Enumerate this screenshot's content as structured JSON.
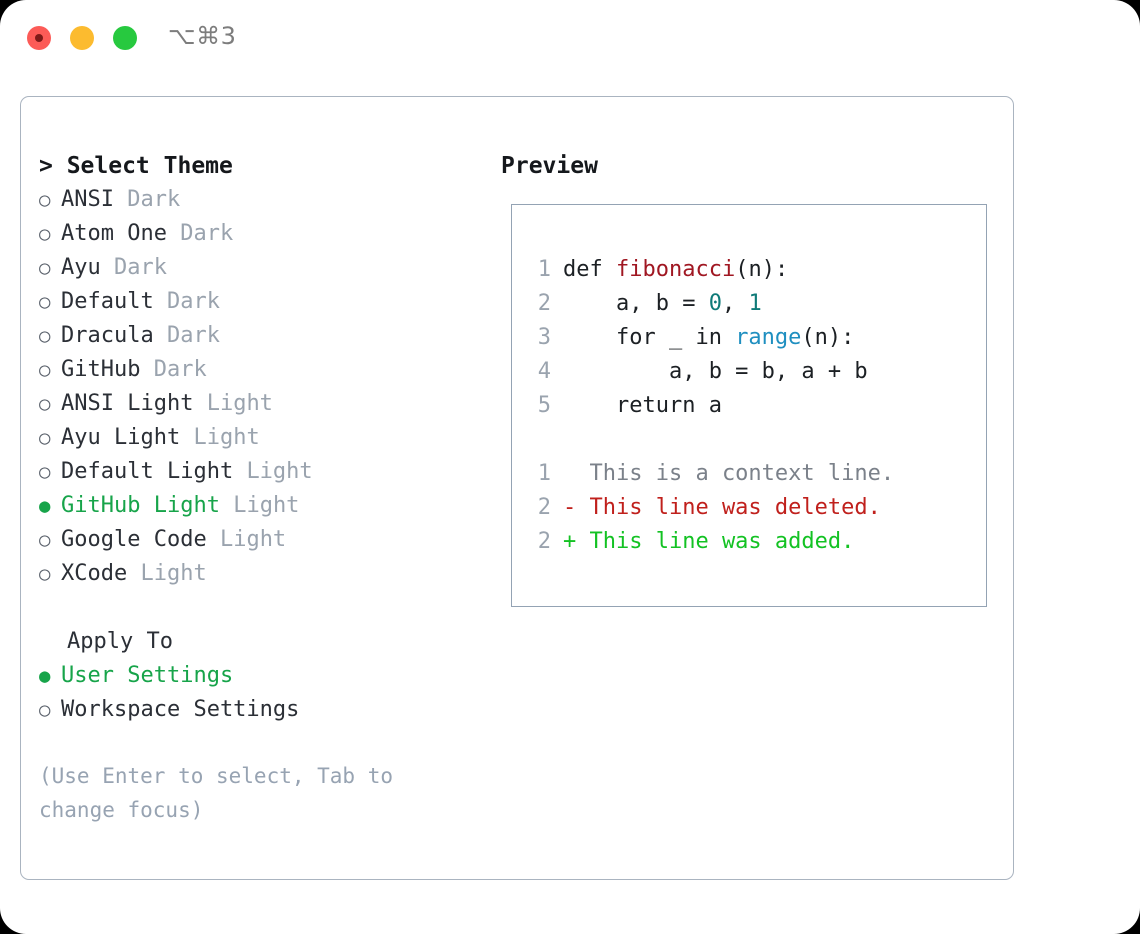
{
  "titlebar": {
    "shortcut": "⌥⌘3",
    "buttons": [
      {
        "name": "close",
        "color": "#fc5b57"
      },
      {
        "name": "minimize",
        "color": "#fcbb2f"
      },
      {
        "name": "maximize",
        "color": "#27c93f"
      }
    ]
  },
  "theme_picker": {
    "heading": "> Select Theme",
    "items": [
      {
        "bullet": "○",
        "label": "ANSI",
        "badge": "Dark",
        "selected": false
      },
      {
        "bullet": "○",
        "label": "Atom One",
        "badge": "Dark",
        "selected": false
      },
      {
        "bullet": "○",
        "label": "Ayu",
        "badge": "Dark",
        "selected": false
      },
      {
        "bullet": "○",
        "label": "Default",
        "badge": "Dark",
        "selected": false
      },
      {
        "bullet": "○",
        "label": "Dracula",
        "badge": "Dark",
        "selected": false
      },
      {
        "bullet": "○",
        "label": "GitHub",
        "badge": "Dark",
        "selected": false
      },
      {
        "bullet": "○",
        "label": "ANSI Light",
        "badge": "Light",
        "selected": false
      },
      {
        "bullet": "○",
        "label": "Ayu Light",
        "badge": "Light",
        "selected": false
      },
      {
        "bullet": "○",
        "label": "Default Light",
        "badge": "Light",
        "selected": false
      },
      {
        "bullet": "●",
        "label": "GitHub Light",
        "badge": "Light",
        "selected": true
      },
      {
        "bullet": "○",
        "label": "Google Code",
        "badge": "Light",
        "selected": false
      },
      {
        "bullet": "○",
        "label": "XCode",
        "badge": "Light",
        "selected": false
      }
    ]
  },
  "apply_to": {
    "heading": "Apply To",
    "options": [
      {
        "bullet": "●",
        "label": "User Settings",
        "selected": true
      },
      {
        "bullet": "○",
        "label": "Workspace Settings",
        "selected": false
      }
    ]
  },
  "hint": "(Use Enter to select, Tab to change focus)",
  "preview": {
    "heading": "Preview",
    "code_lines": [
      {
        "number": "1",
        "tokens": [
          {
            "text": "def ",
            "type": "keyword"
          },
          {
            "text": "fibonacci",
            "type": "function"
          },
          {
            "text": "(n):",
            "type": "plain"
          }
        ]
      },
      {
        "number": "2",
        "tokens": [
          {
            "text": "    a, b = ",
            "type": "plain"
          },
          {
            "text": "0",
            "type": "number"
          },
          {
            "text": ", ",
            "type": "plain"
          },
          {
            "text": "1",
            "type": "number"
          }
        ]
      },
      {
        "number": "3",
        "tokens": [
          {
            "text": "    for _ in ",
            "type": "plain"
          },
          {
            "text": "range",
            "type": "call"
          },
          {
            "text": "(n):",
            "type": "plain"
          }
        ]
      },
      {
        "number": "4",
        "tokens": [
          {
            "text": "        a, b = b, a + b",
            "type": "plain"
          }
        ]
      },
      {
        "number": "5",
        "tokens": [
          {
            "text": "    return a",
            "type": "plain"
          }
        ]
      }
    ],
    "diff_lines": [
      {
        "number": "1",
        "marker": " ",
        "text": "  This is a context line.",
        "type": "context"
      },
      {
        "number": "2",
        "marker": "-",
        "text": "- This line was deleted.",
        "type": "deleted"
      },
      {
        "number": "2",
        "marker": "+",
        "text": "+ This line was added.",
        "type": "added"
      }
    ]
  },
  "colors": {
    "accent_green": "#17a44a",
    "badge_gray": "#9aa3ae",
    "hint_gray": "#97a3b2",
    "code_function": "#a01722",
    "code_number": "#0f7a78",
    "code_call": "#1f8fc0",
    "diff_deleted": "#c0201c",
    "diff_added": "#13c223",
    "panel_border": "#aab4c0"
  }
}
